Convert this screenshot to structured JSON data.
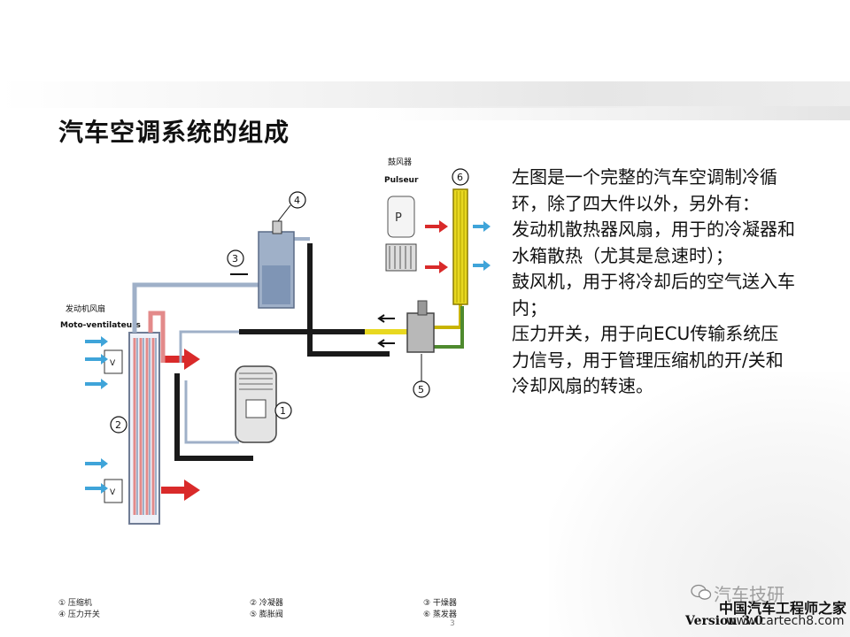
{
  "slide": {
    "title": "汽车空调系统的组成",
    "body_lines": [
      "左图是一个完整的汽车空调制冷循环，除了四大件以外，另外有：",
      "发动机散热器风扇，用于的冷凝器和水箱散热（尤其是怠速时）；",
      "鼓风机，用于将冷却后的空气送入车内；",
      "压力开关，用于向ECU传输系统压力信号，用于管理压缩机的开/关和冷却风扇的转速。"
    ],
    "page_number": "3"
  },
  "diagram": {
    "fan_label_cn": "发动机风扇",
    "fan_label_fr": "Moto-ventilateurs",
    "blower_label_cn": "鼓风器",
    "blower_label_fr": "Pulseur",
    "blower_letter": "P",
    "callouts": [
      "1",
      "2",
      "3",
      "4",
      "5",
      "6"
    ],
    "motor_symbol": "V"
  },
  "legend": {
    "items": [
      "① 压缩机",
      "② 冷凝器",
      "③ 干燥器",
      "④ 压力开关",
      "⑤ 膨胀阀",
      "⑥ 蒸发器"
    ]
  },
  "footer": {
    "version": "Version 3.0",
    "url": "www.cartech8.com",
    "watermark_brand": "汽车技研",
    "watermark_org": "中国汽车工程师之家"
  },
  "colors": {
    "title": "#111111",
    "text": "#111111",
    "hot_arrow": "#d92a2a",
    "cool_arrow": "#3fa4d9",
    "pipe_dark": "#1a1a1a",
    "pipe_light": "#9fb0c8",
    "yellow_pipe": "#e8d820"
  }
}
